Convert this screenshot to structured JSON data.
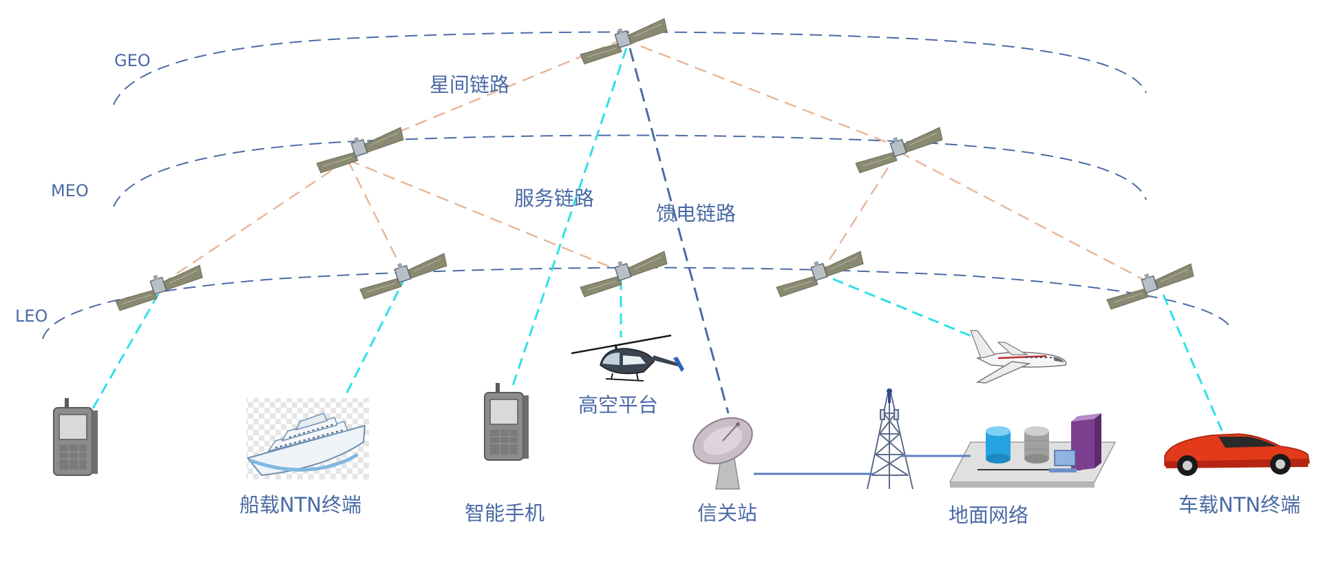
{
  "colors": {
    "orbit": "#4a6aa5",
    "isl": "#e8b79a",
    "service": "#2ee0e8",
    "feeder": "#4a6aa5",
    "ground_link": "#5a7fc0",
    "label": "#4a6aa5"
  },
  "orbits": {
    "geo": "GEO",
    "meo": "MEO",
    "leo": "LEO"
  },
  "links": {
    "isl": "星间链路",
    "service": "服务链路",
    "feeder": "馈电链路"
  },
  "terminals": {
    "ship": "船载NTN终端",
    "phone": "智能手机",
    "hap": "高空平台",
    "gateway": "信关站",
    "ground_network": "地面网络",
    "car": "车载NTN终端"
  },
  "icons": {
    "satellite": "satellite-icon",
    "handheld": "handheld-terminal-icon",
    "ship": "cruise-ship-icon",
    "phone": "smartphone-icon",
    "helicopter": "helicopter-icon",
    "airplane": "airplane-icon",
    "dish": "satellite-dish-icon",
    "tower": "cell-tower-icon",
    "network": "ground-network-icon",
    "car": "car-icon"
  }
}
